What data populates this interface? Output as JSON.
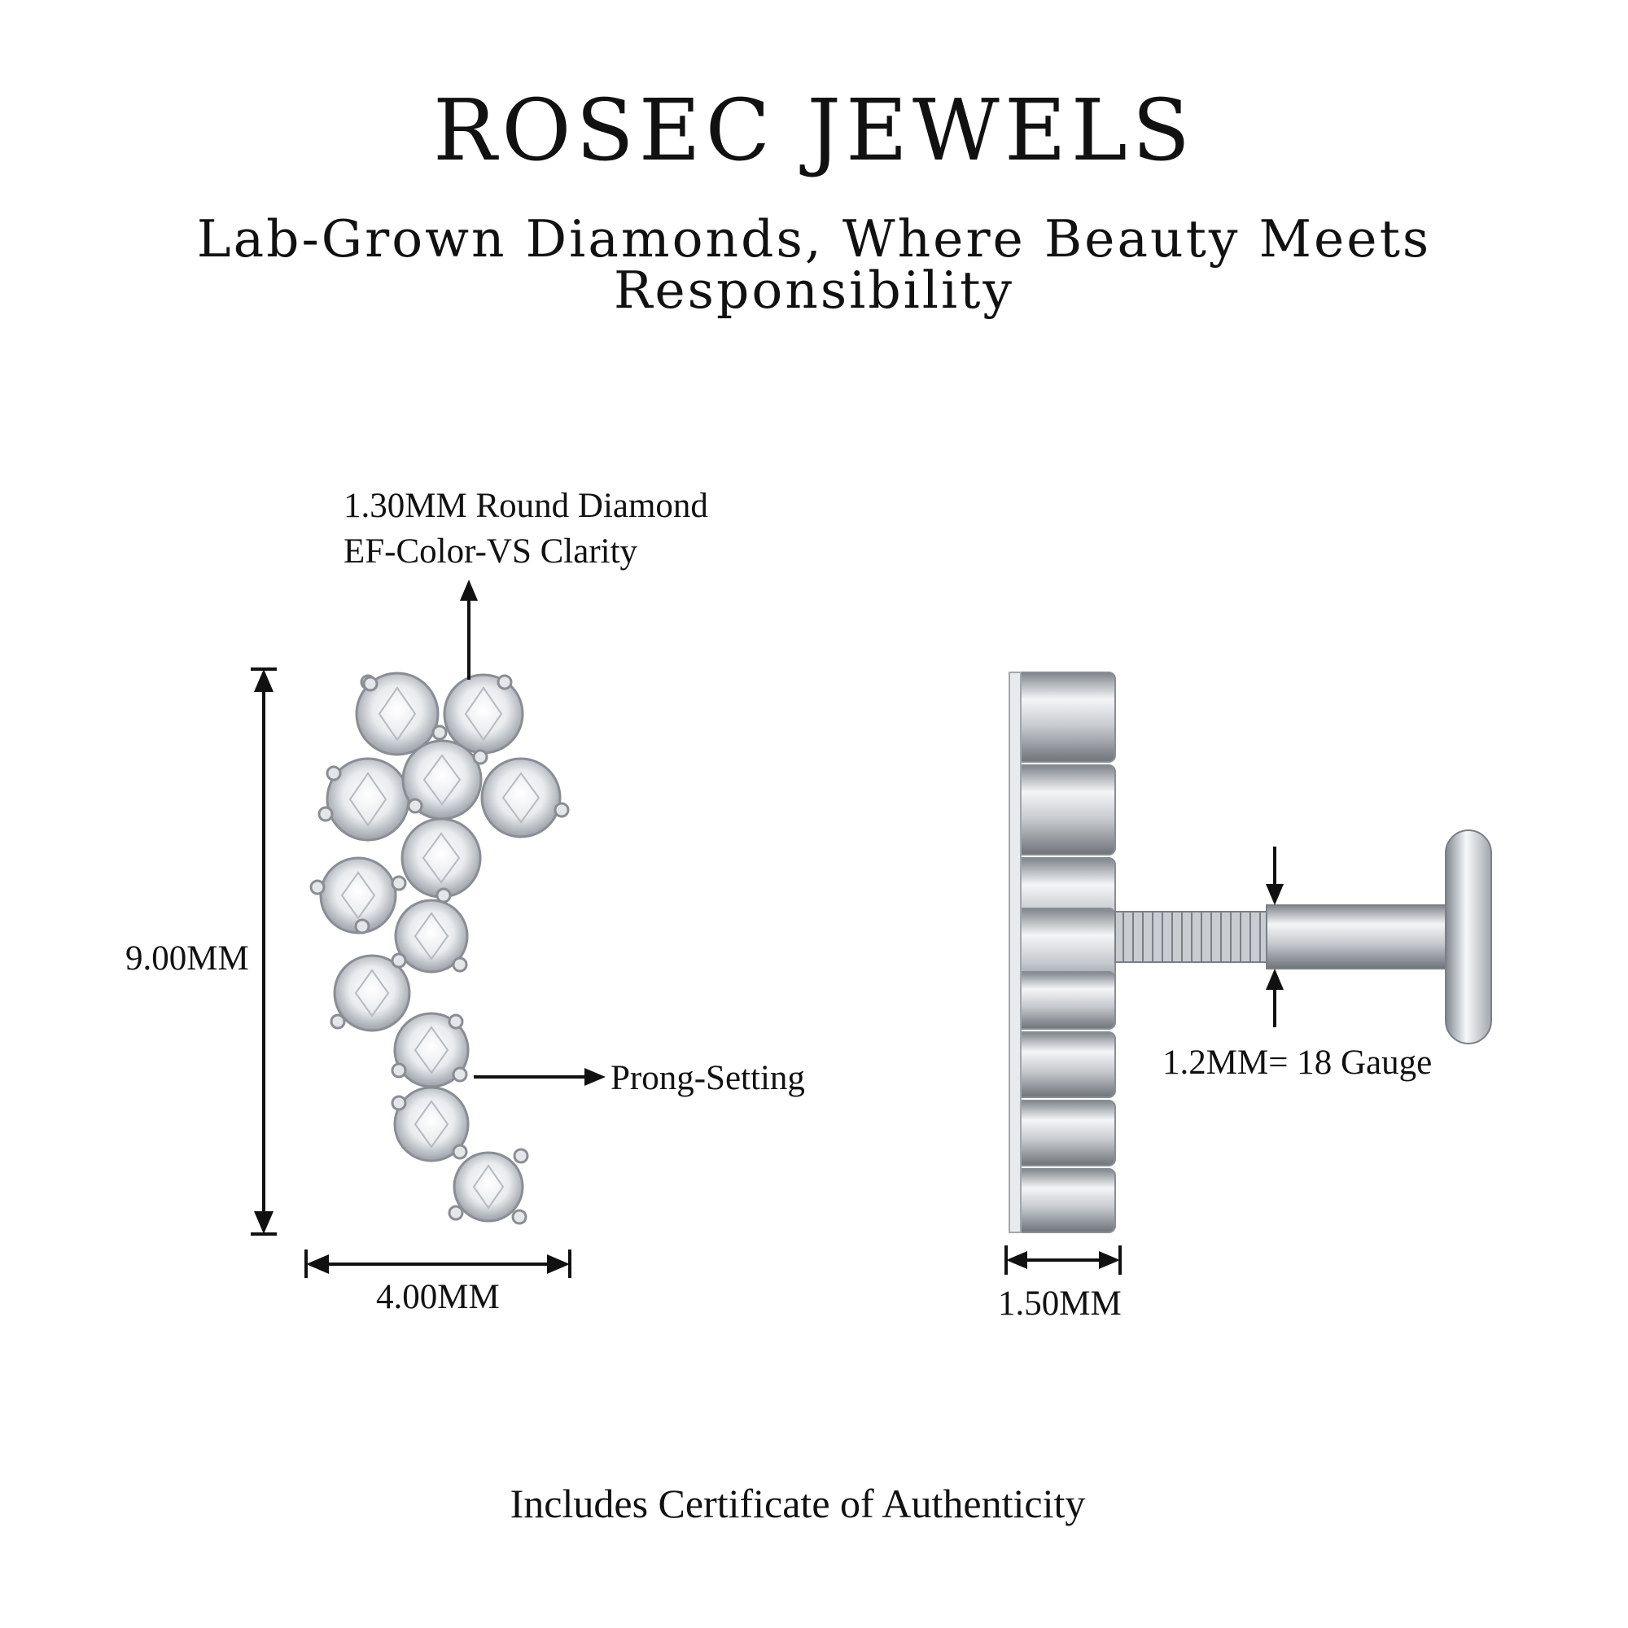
{
  "header": {
    "brand": "ROSEC JEWELS",
    "tagline": "Lab-Grown Diamonds, Where Beauty Meets Responsibility"
  },
  "front_view": {
    "stone_spec_line1": "1.30MM Round Diamond",
    "stone_spec_line2": "EF-Color-VS Clarity",
    "height_label": "9.00MM",
    "width_label": "4.00MM",
    "setting_label": "Prong-Setting"
  },
  "side_view": {
    "gauge_label": "1.2MM= 18 Gauge",
    "depth_label": "1.50MM"
  },
  "footer": {
    "note": "Includes Certificate of Authenticity"
  },
  "colors": {
    "text": "#111111",
    "metal": "#cfd2d6",
    "metal_dark": "#8a8e94"
  }
}
